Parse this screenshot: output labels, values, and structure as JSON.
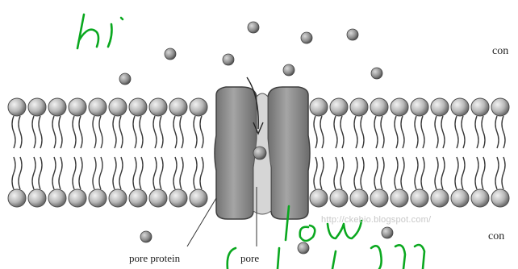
{
  "labels": {
    "concentration_top": "con",
    "concentration_bottom": "con",
    "pore_protein": "pore protein",
    "pore": "pore",
    "watermark": "http://ckebio.blogspot.com/"
  },
  "handwriting": {
    "top": "hi",
    "bottom": "low",
    "bottom_extra": "diff",
    "color": "#0aa81f"
  },
  "colors": {
    "head_fill": "#bdbdbd",
    "head_stroke": "#4d4d4d",
    "protein_fill": "#8f8f8f",
    "pore_fill": "#cfcfcf",
    "molecule_fill": "#8a8a8a"
  }
}
